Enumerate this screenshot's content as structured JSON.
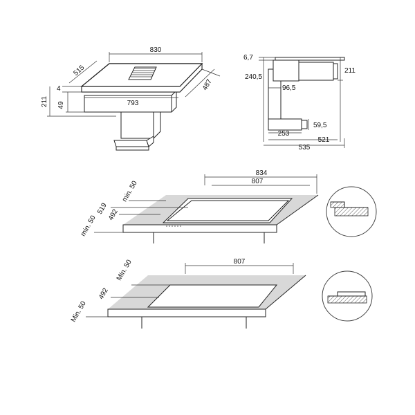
{
  "product_views": {
    "front_hob": {
      "width": "830",
      "depth": "515",
      "glass_thickness": "4",
      "body_height": "49",
      "total_height": "211",
      "cutout_width": "793",
      "cutout_depth": "487"
    },
    "side_profile": {
      "glass": "6,7",
      "height_right": "211",
      "duct_height": "240,5",
      "duct_diameter": "96,5",
      "outlet_height": "59,5",
      "outlet_depth": "253",
      "depth_521": "521",
      "depth_535": "535"
    }
  },
  "installation_flush": {
    "outer_width": "834",
    "inner_width": "807",
    "outer_depth": "519",
    "inner_depth": "492",
    "min_back": "min. 50",
    "min_front": "min. 50"
  },
  "installation_top": {
    "width": "807",
    "depth": "492",
    "min_back": "Min. 50",
    "min_front": "Min. 50"
  }
}
